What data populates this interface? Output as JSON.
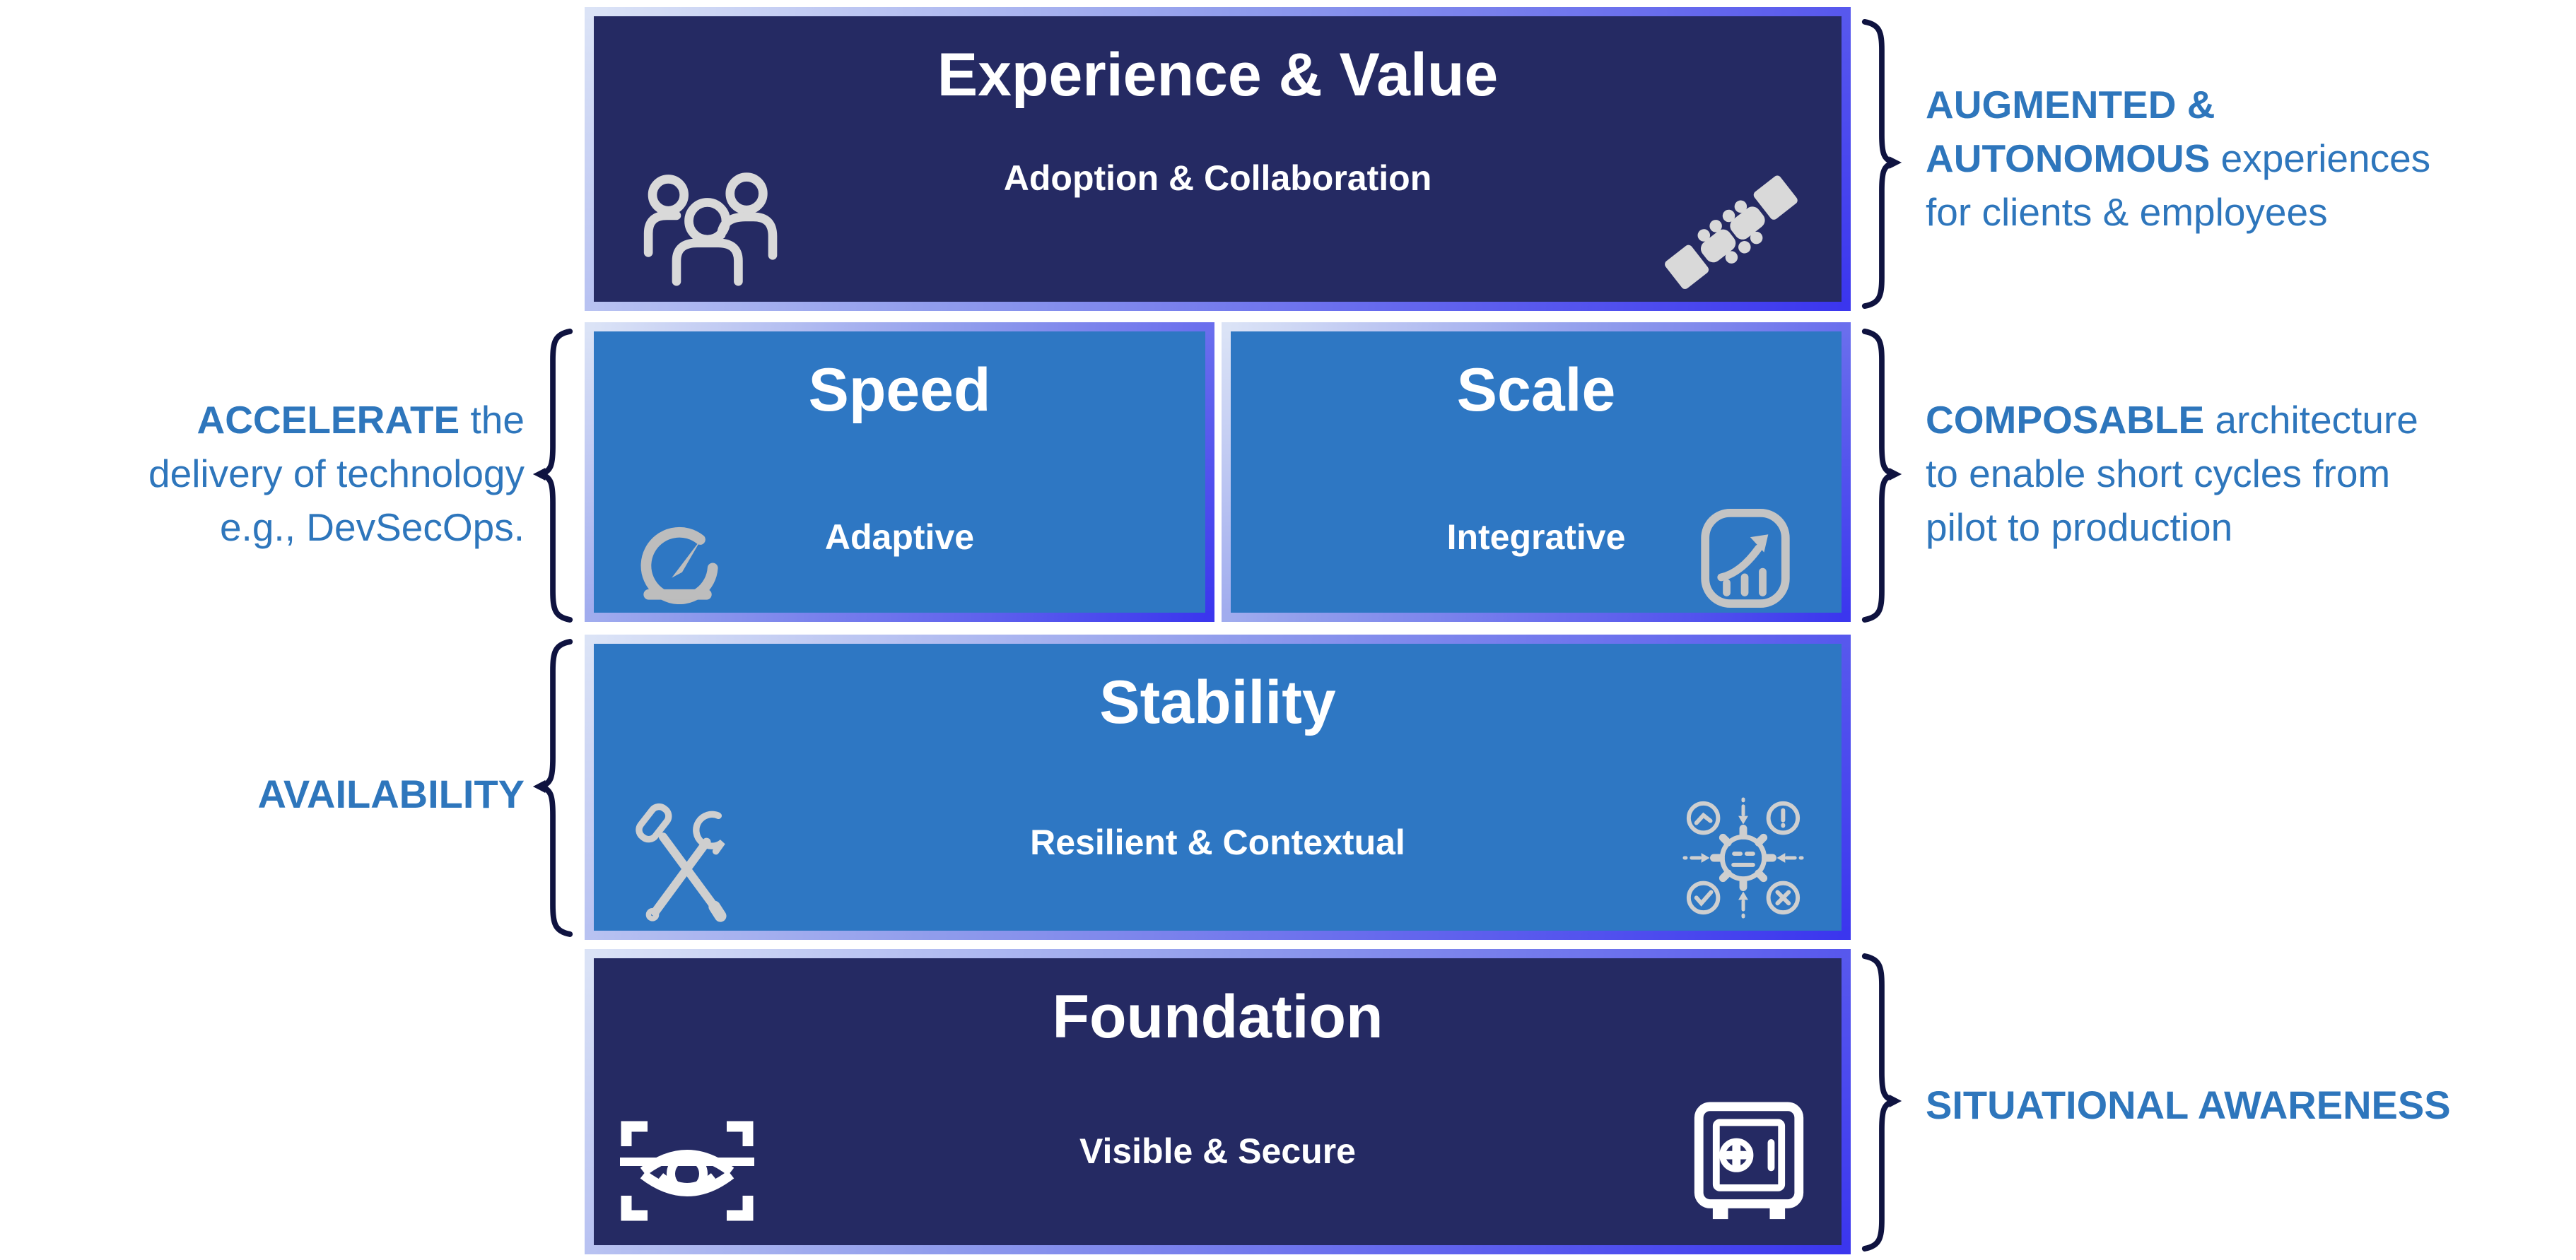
{
  "diagram": {
    "type": "layered-architecture-pyramid",
    "rows": [
      "Experience & Value",
      "Speed | Scale",
      "Stability",
      "Foundation"
    ]
  },
  "boxes": {
    "experience": {
      "title": "Experience & Value",
      "subtitle": "Adoption & Collaboration",
      "icon_left": "people-group-icon",
      "icon_right": "handshake-icon",
      "fill": "#252a63"
    },
    "speed": {
      "title": "Speed",
      "subtitle": "Adaptive",
      "icon": "speedometer-icon",
      "fill": "#2e77c3"
    },
    "scale": {
      "title": "Scale",
      "subtitle": "Integrative",
      "icon": "growth-chart-icon",
      "fill": "#2e77c3"
    },
    "stability": {
      "title": "Stability",
      "subtitle": "Resilient & Contextual",
      "icon_left": "crossed-tools-icon",
      "icon_right": "gear-status-icon",
      "fill": "#2e77c3"
    },
    "foundation": {
      "title": "Foundation",
      "subtitle": "Visible & Secure",
      "icon_left": "eye-scan-icon",
      "icon_right": "safe-vault-icon",
      "fill": "#252a63"
    }
  },
  "annotations": {
    "augmented": {
      "side": "right",
      "points_to": "experience",
      "lines": [
        {
          "bold": "AUGMENTED &",
          "rest": ""
        },
        {
          "bold": "AUTONOMOUS",
          "rest": " experiences"
        },
        {
          "bold": "",
          "rest": "for clients & employees"
        }
      ]
    },
    "accelerate": {
      "side": "left",
      "points_to": "speed",
      "lines": [
        {
          "bold": "ACCELERATE",
          "rest": " the"
        },
        {
          "bold": "",
          "rest": "delivery of technology"
        },
        {
          "bold": "",
          "rest": "e.g., DevSecOps."
        }
      ]
    },
    "composable": {
      "side": "right",
      "points_to": "scale",
      "lines": [
        {
          "bold": "COMPOSABLE",
          "rest": " architecture"
        },
        {
          "bold": "",
          "rest": "to enable short cycles from"
        },
        {
          "bold": "",
          "rest": "pilot to production"
        }
      ]
    },
    "availability": {
      "side": "left",
      "points_to": "stability",
      "lines": [
        {
          "bold": "AVAILABILITY",
          "rest": ""
        }
      ]
    },
    "situational": {
      "side": "right",
      "points_to": "foundation",
      "lines": [
        {
          "bold": "SITUATIONAL AWARENESS",
          "rest": ""
        }
      ]
    }
  },
  "colors": {
    "background": "#ffffff",
    "navy_box": "#252a63",
    "blue_box": "#2e77c3",
    "border_light": "#dbe3f6",
    "border_mid": "#8f9bec",
    "border_accent": "#3b36ee",
    "bracket": "#0f1340",
    "annotation_blue": "#2e76bc",
    "title_white": "#ffffff",
    "icon_light_gray": "#d9d9d9",
    "icon_gray": "#bdbdbd",
    "icon_white": "#ffffff"
  }
}
